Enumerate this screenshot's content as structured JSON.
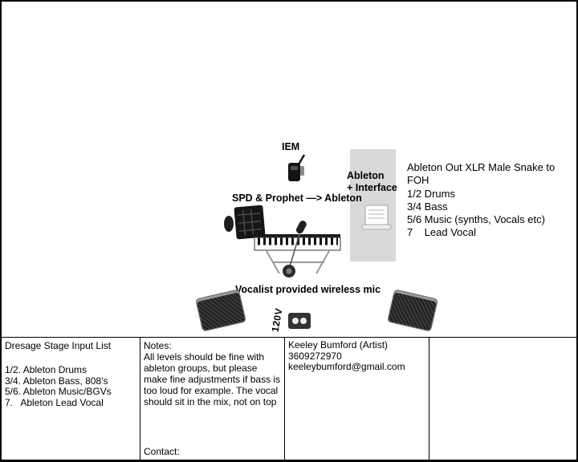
{
  "stage": {
    "iem_label": "IEM",
    "ableton_line1": "Ableton",
    "ableton_line2": "+ Interface",
    "spd_prophet_label": "SPD & Prophet —> Ableton",
    "snake": {
      "heading": "Ableton Out XLR Male Snake to FOH",
      "lines": [
        "1/2 Drums",
        "3/4 Bass",
        "5/6 Music (synths, Vocals etc)",
        "7    Lead Vocal"
      ]
    },
    "vocal_mic_label": "Vocalist provided wireless mic",
    "power_label": "120V"
  },
  "table": {
    "input_list": {
      "title": "Dresage Stage Input List",
      "items": [
        "1/2. Ableton Drums",
        "3/4. Ableton Bass, 808’s",
        "5/6. Ableton Music/BGVs",
        "7.   Ableton Lead Vocal"
      ]
    },
    "notes": {
      "title": "Notes:",
      "body": "All levels should be fine with ableton groups, but please make fine adjustments if bass is too loud for example. The vocal should sit in the mix, not on top",
      "contact_label": "Contact:"
    },
    "contact": {
      "name": "Keeley Bumford (Artist)",
      "phone": "3609272970",
      "email": "keeleybumford@gmail.com"
    }
  },
  "colors": {
    "panel_gray": "#d9d9d9",
    "ink": "#000000"
  }
}
